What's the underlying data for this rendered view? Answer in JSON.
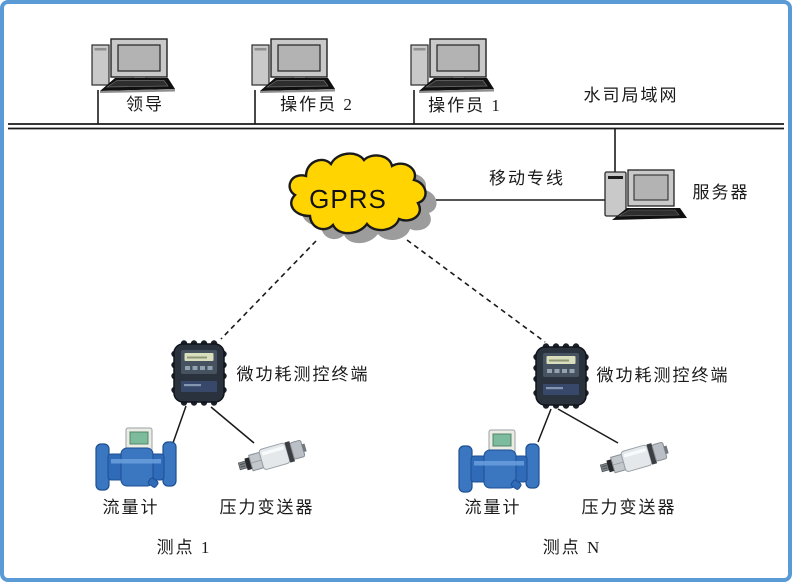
{
  "diagram_title": "GPRS water-utility telemetry network diagram",
  "lan": {
    "label": "水司局域网",
    "workstations": [
      {
        "label": "领导"
      },
      {
        "label": "操作员 2"
      },
      {
        "label": "操作员 1"
      }
    ]
  },
  "wan": {
    "cloud_label": "GPRS",
    "link_label": "移动专线"
  },
  "server": {
    "label": "服务器"
  },
  "sites": [
    {
      "terminal": "微功耗测控终端",
      "flow_meter": "流量计",
      "pressure_transmitter": "压力变送器",
      "site": "测点 1"
    },
    {
      "terminal": "微功耗测控终端",
      "flow_meter": "流量计",
      "pressure_transmitter": "压力变送器",
      "site": "测点 N"
    }
  ],
  "icons": {
    "workstation": "desktop-computer-icon",
    "server": "server-computer-icon",
    "cloud": "gprs-cloud-icon",
    "terminal": "rtu-terminal-icon",
    "flow_meter": "flow-meter-icon",
    "pressure_transmitter": "pressure-sensor-icon"
  },
  "colors": {
    "frame_border": "#5b9bd5",
    "cloud_fill": "#ffd400",
    "cloud_outline": "#1a1a1a",
    "cloud_shadow": "#9c9c9c",
    "flow_meter_blue": "#2f6bb8",
    "terminal_body": "#2a323e",
    "line_color": "#1a1a1a",
    "text_color": "#1a1a1a"
  }
}
